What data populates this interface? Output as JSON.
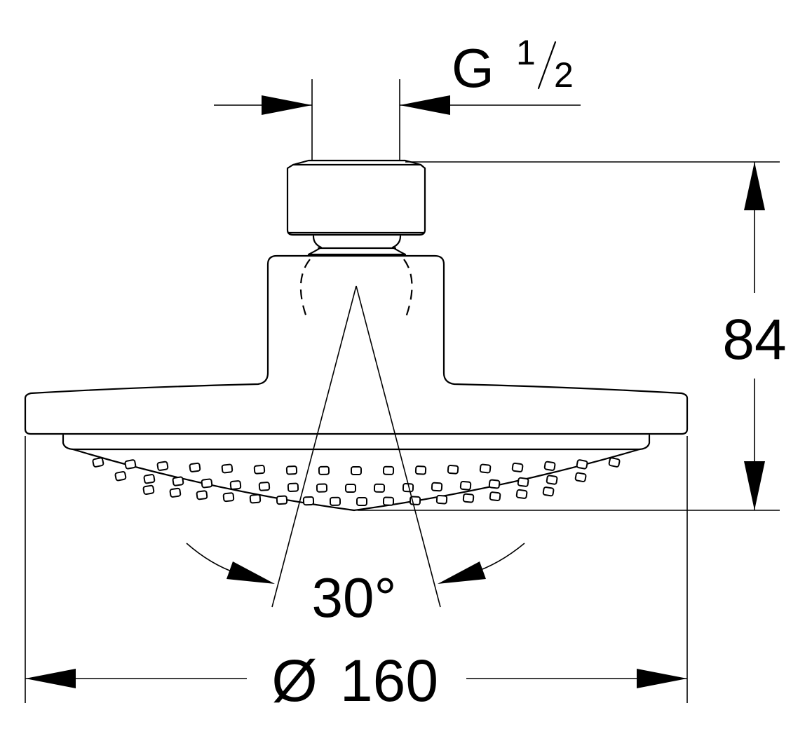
{
  "diagram": {
    "thread": {
      "letter": "G",
      "num": "1",
      "den": "2"
    },
    "height": "84",
    "angle": "30°",
    "diameter": {
      "symbol": "Ø",
      "value": "160"
    }
  },
  "colors": {
    "line": "#000000",
    "background": "#ffffff"
  }
}
